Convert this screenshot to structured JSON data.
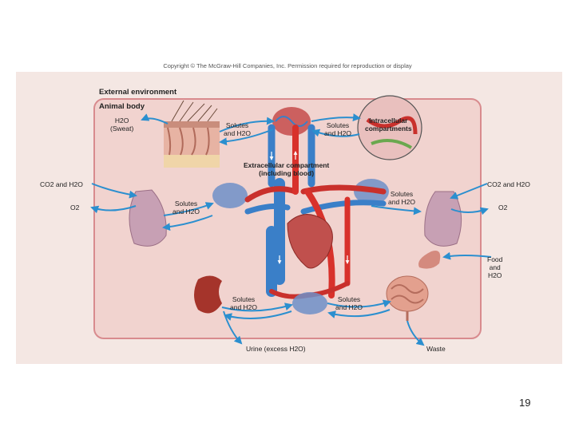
{
  "header": {
    "copyright": "Copyright © The McGraw-Hill Companies, Inc. Permission required for reproduction or display"
  },
  "diagram": {
    "external_environment": "External environment",
    "animal_body": "Animal body",
    "sweat_line1": "H2O",
    "sweat_line2": "(Sweat)",
    "solutes_skin_l1": "Solutes",
    "solutes_skin_l2": "and H2O",
    "solutes_cell_l1": "Solutes",
    "solutes_cell_l2": "and H2O",
    "intracellular_l1": "Intracellular",
    "intracellular_l2": "compartments",
    "extracellular_l1": "Extracellular compartment",
    "extracellular_l2": "(including blood)",
    "co2_left": "CO2 and H2O",
    "o2_left": "O2",
    "solutes_lung_left_l1": "Solutes",
    "solutes_lung_left_l2": "and H2O",
    "co2_right": "CO2 and H2O",
    "o2_right": "O2",
    "solutes_lung_right_l1": "Solutes",
    "solutes_lung_right_l2": "and H2O",
    "food_l1": "Food",
    "food_l2": "and",
    "food_l3": "H2O",
    "solutes_kidney_l1": "Solutes",
    "solutes_kidney_l2": "and H2O",
    "solutes_gut_l1": "Solutes",
    "solutes_gut_l2": "and H2O",
    "urine": "Urine (excess H2O)",
    "waste": "Waste"
  },
  "page": {
    "number": "19"
  },
  "colors": {
    "background_panel": "#f4e7e3",
    "body_fill": "#f1d3cf",
    "body_border": "#d88b8e",
    "arrow": "#2b8fcf",
    "artery": "#d8312b",
    "vein": "#3a7fc8"
  }
}
